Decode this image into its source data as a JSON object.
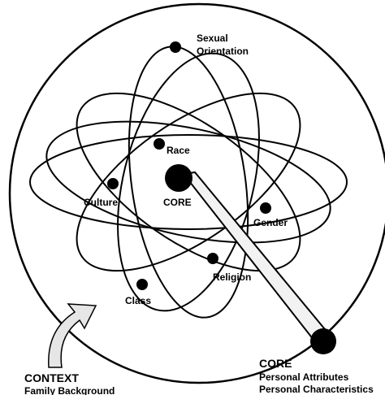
{
  "diagram": {
    "nucleus": {
      "label": "CORE"
    },
    "electrons": [
      {
        "id": "sexual-orientation",
        "label_lines": [
          "Sexual",
          "Orientation"
        ]
      },
      {
        "id": "race",
        "label_lines": [
          "Race"
        ]
      },
      {
        "id": "culture",
        "label_lines": [
          "Culture"
        ]
      },
      {
        "id": "gender",
        "label_lines": [
          "Gender"
        ]
      },
      {
        "id": "religion",
        "label_lines": [
          "Religion"
        ]
      },
      {
        "id": "class",
        "label_lines": [
          "Class"
        ]
      }
    ],
    "core_caption": {
      "title": "CORE",
      "lines": [
        "Personal Attributes",
        "Personal Characteristics"
      ]
    },
    "context_caption": {
      "title": "CONTEXT",
      "lines": [
        "Family Background"
      ]
    }
  }
}
